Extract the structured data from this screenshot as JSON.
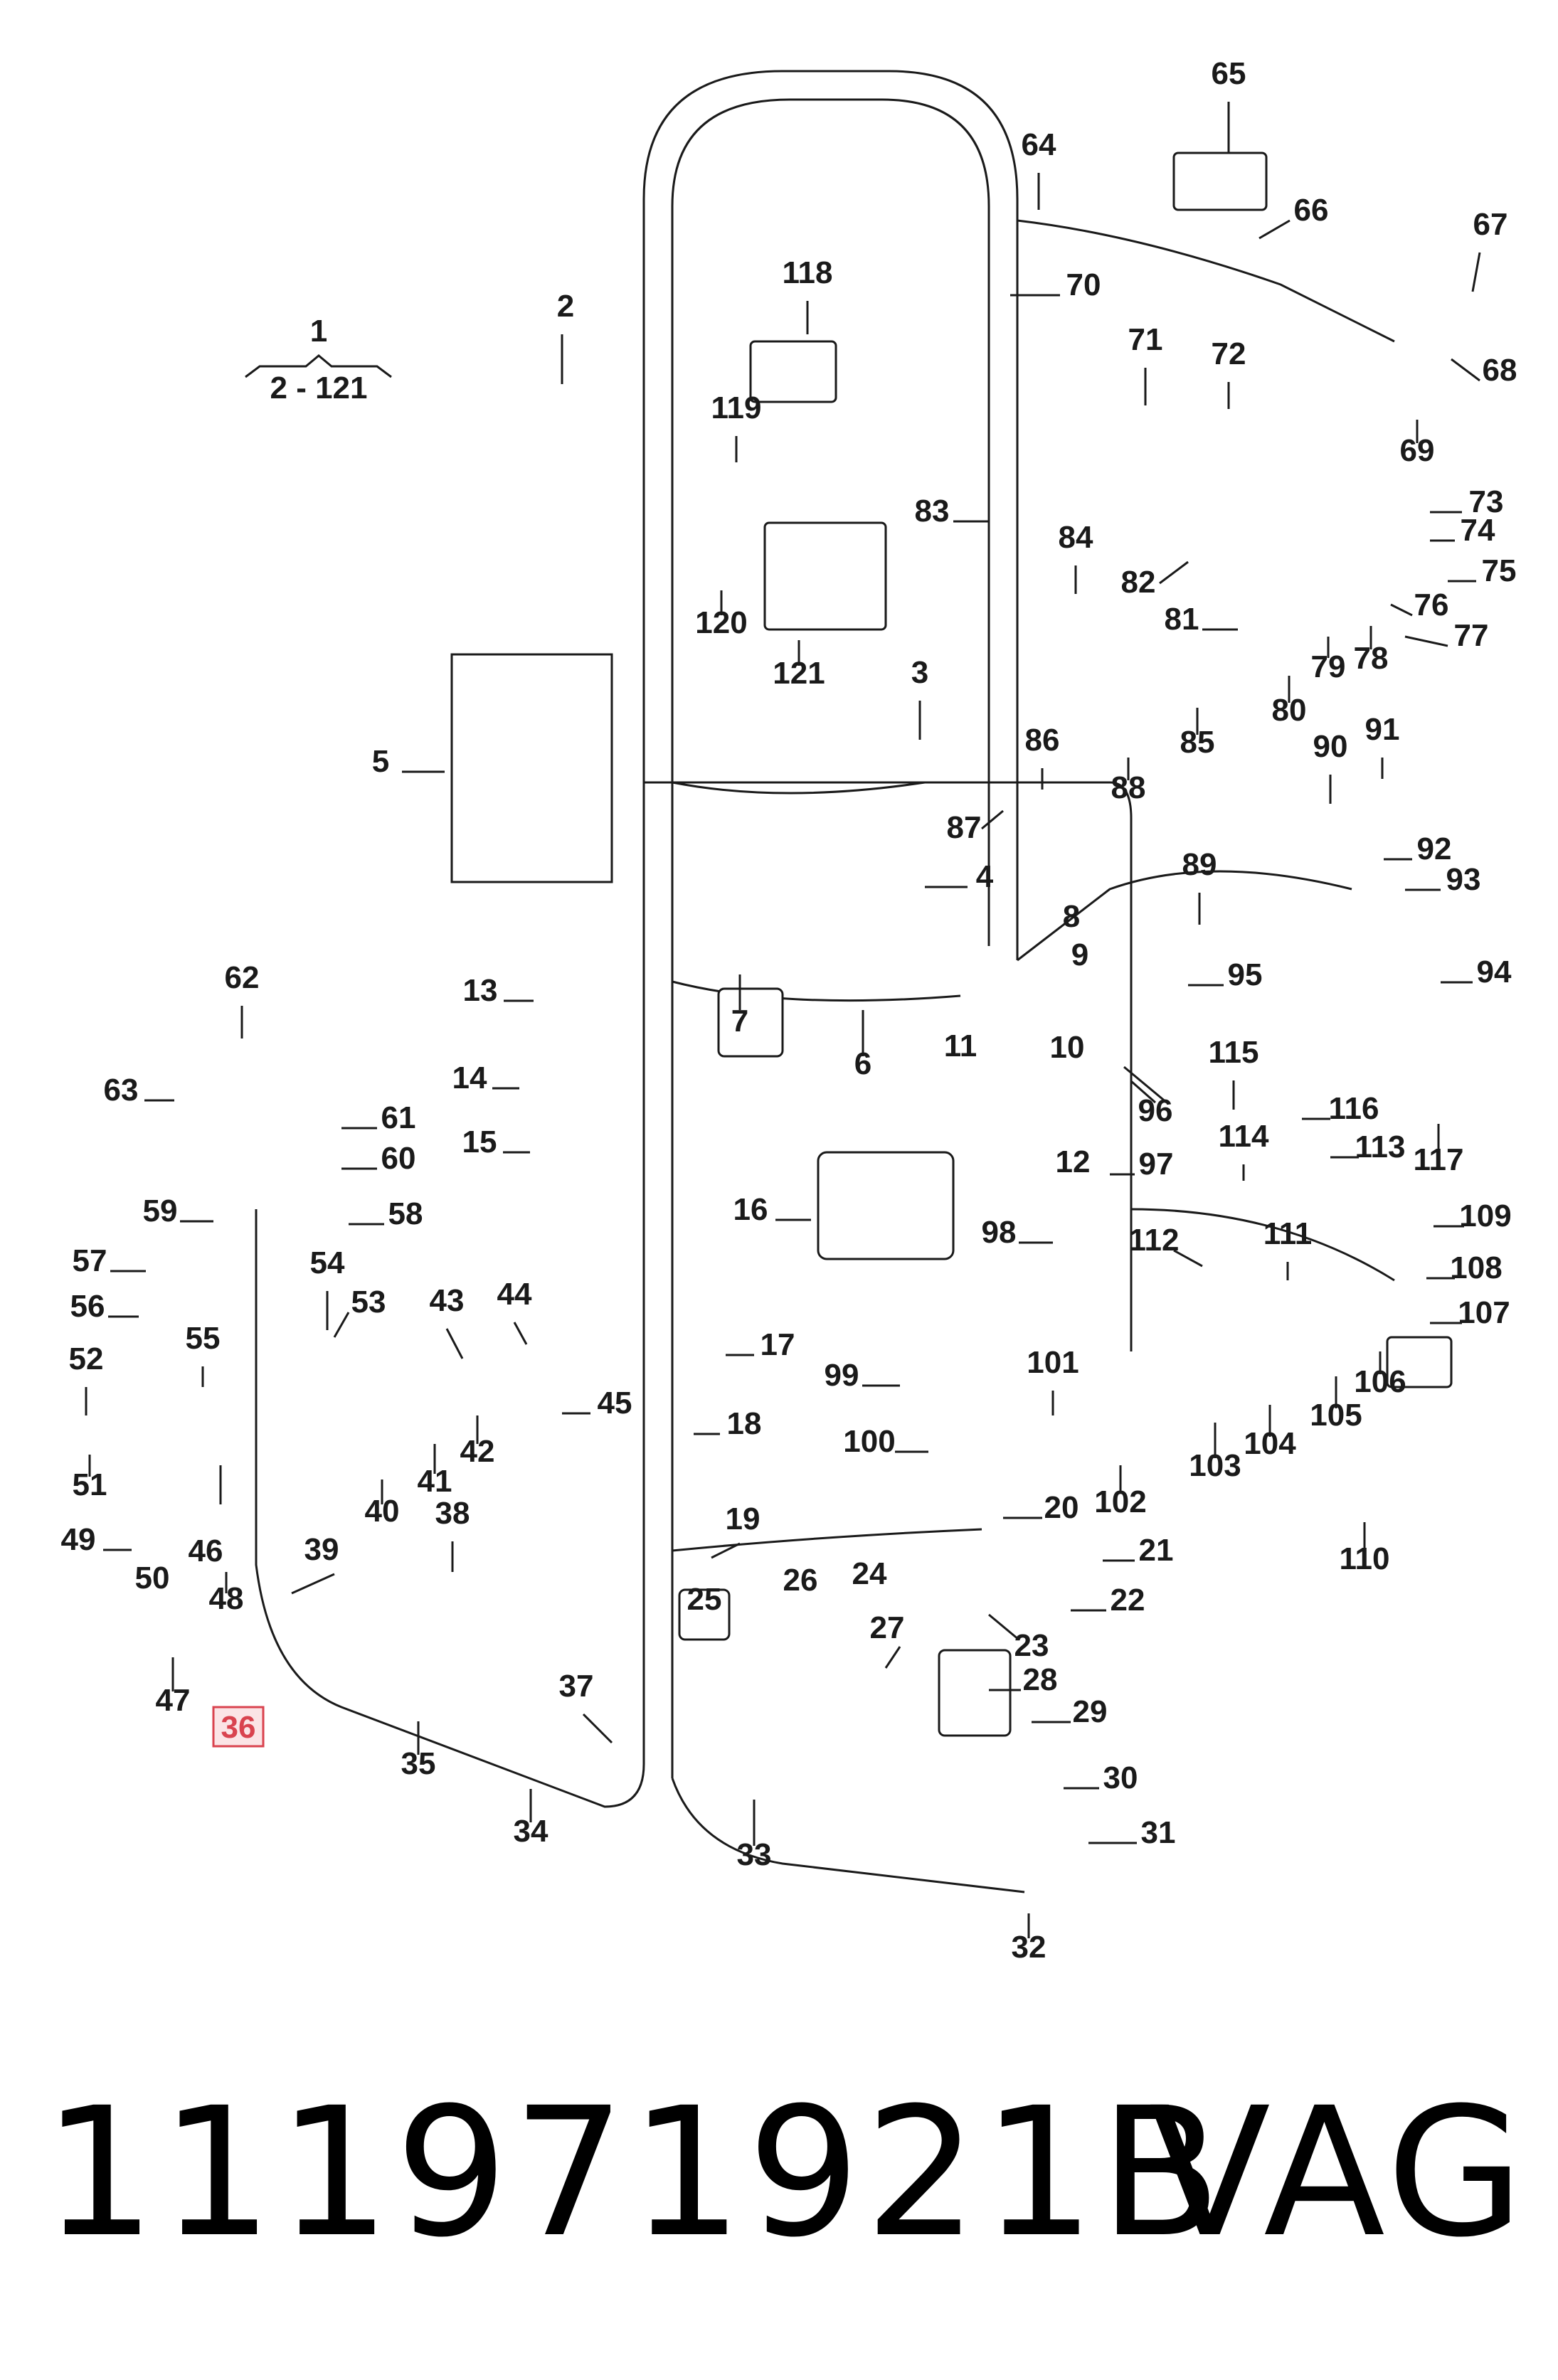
{
  "diagram": {
    "group_label": {
      "number": "1",
      "range": "2 - 121"
    },
    "highlighted_callout": "36",
    "callouts": [
      "2",
      "3",
      "4",
      "5",
      "6",
      "7",
      "8",
      "9",
      "10",
      "11",
      "12",
      "13",
      "14",
      "15",
      "16",
      "17",
      "18",
      "19",
      "20",
      "21",
      "22",
      "23",
      "24",
      "25",
      "26",
      "27",
      "28",
      "29",
      "30",
      "31",
      "32",
      "33",
      "34",
      "35",
      "37",
      "38",
      "39",
      "40",
      "41",
      "42",
      "43",
      "44",
      "45",
      "46",
      "47",
      "48",
      "49",
      "50",
      "51",
      "52",
      "53",
      "54",
      "55",
      "56",
      "57",
      "58",
      "59",
      "60",
      "61",
      "62",
      "63",
      "64",
      "65",
      "66",
      "67",
      "68",
      "69",
      "70",
      "71",
      "72",
      "73",
      "74",
      "75",
      "76",
      "77",
      "78",
      "79",
      "80",
      "81",
      "82",
      "83",
      "84",
      "85",
      "86",
      "87",
      "88",
      "89",
      "90",
      "91",
      "92",
      "93",
      "94",
      "95",
      "96",
      "97",
      "98",
      "99",
      "100",
      "101",
      "102",
      "103",
      "104",
      "105",
      "106",
      "107",
      "108",
      "109",
      "110",
      "111",
      "112",
      "113",
      "114",
      "115",
      "116",
      "117",
      "118",
      "119",
      "120",
      "121"
    ]
  },
  "footer": {
    "part_number": "111971921B",
    "brand": "VAG"
  },
  "colors": {
    "line": "#1a1a1a",
    "highlight": "#d9434f",
    "highlight_fill": "#fbe4e6"
  }
}
